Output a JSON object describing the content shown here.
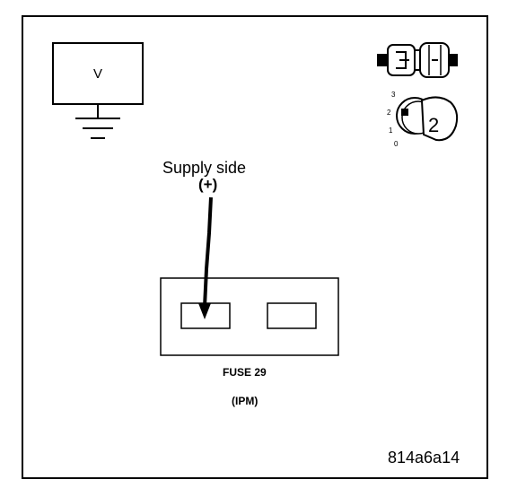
{
  "voltmeter": {
    "symbol": "V"
  },
  "ignition": {
    "positions": [
      "3",
      "2",
      "1",
      "0"
    ],
    "selected_position": "2"
  },
  "probe": {
    "label": "Supply side",
    "polarity": "(+)"
  },
  "fuse": {
    "label": "FUSE 29",
    "location": "(IPM)"
  },
  "reference_code": "814a6a14"
}
